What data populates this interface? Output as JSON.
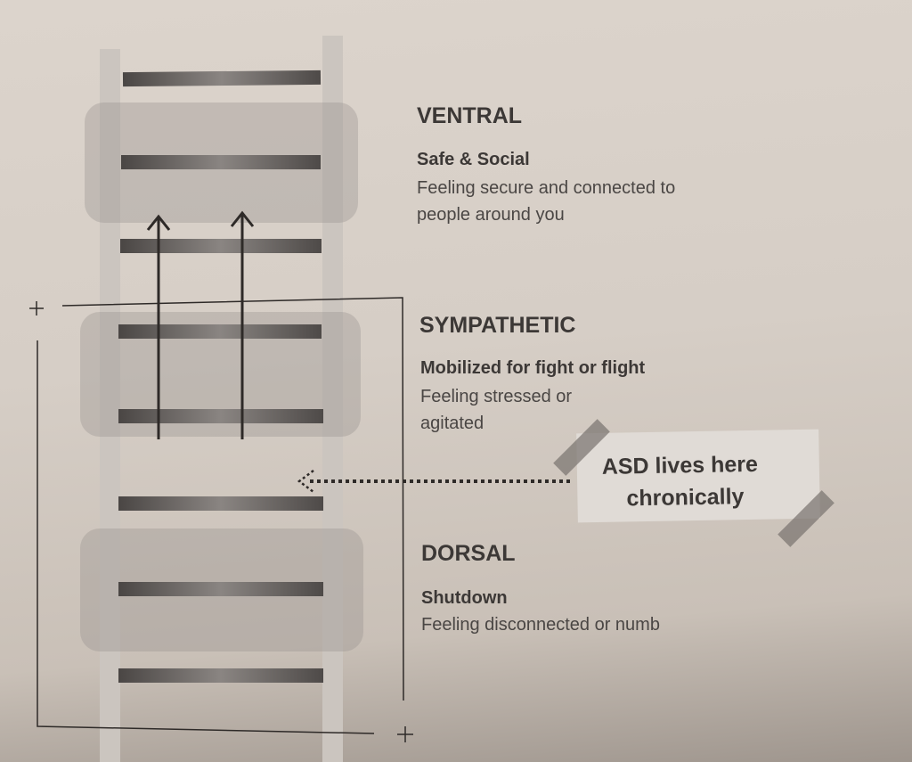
{
  "levels": [
    {
      "title": "VENTRAL",
      "subtitle": "Safe & Social",
      "description": "Feeling secure and connected to people around you"
    },
    {
      "title": "SYMPATHETIC",
      "subtitle": "Mobilized for fight or flight",
      "description": "Feeling stressed or agitated"
    },
    {
      "title": "DORSAL",
      "subtitle": "Shutdown",
      "description": "Feeling disconnected or numb"
    }
  ],
  "note": {
    "text_line1": "ASD lives here",
    "text_line2": "chronically"
  },
  "colors": {
    "paper": "#d8d0c8",
    "ink": "#3c3836",
    "rung": "#4a4644"
  }
}
